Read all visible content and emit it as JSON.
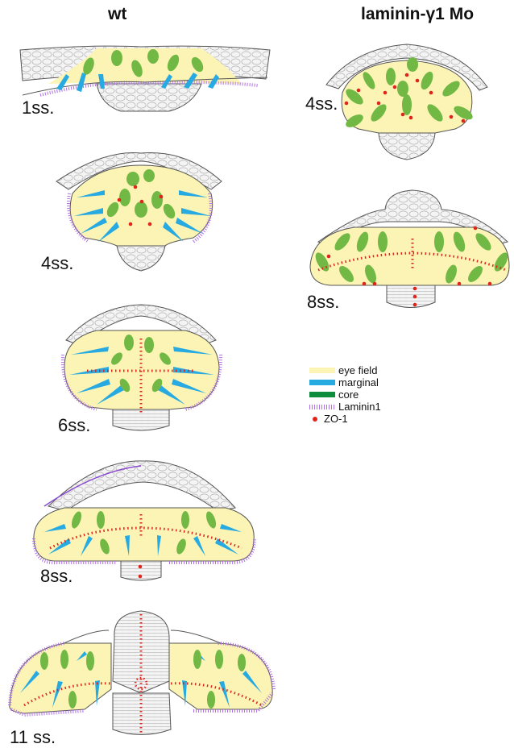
{
  "headers": {
    "left": "wt",
    "right": "laminin-γ1 Mo"
  },
  "stages": {
    "wt_1": "1ss.",
    "wt_4": "4ss.",
    "wt_6": "6ss.",
    "wt_8": "8ss.",
    "wt_11": "11 ss.",
    "mo_4": "4ss.",
    "mo_8": "8ss."
  },
  "legend": [
    {
      "label": "eye field",
      "color": "#fbf4b4"
    },
    {
      "label": "marginal",
      "color": "#27a9e1"
    },
    {
      "label": "core",
      "color": "#0c8e3c"
    },
    {
      "label": "Laminin1",
      "color": "#b070e6"
    },
    {
      "label": "ZO-1",
      "color": "#e0241c"
    }
  ],
  "colors": {
    "eye_field": "#fbf4b4",
    "marginal": "#27a9e1",
    "core_cell": "#72b844",
    "laminin": "#b070e6",
    "zo1": "#e0241c",
    "outline": "#555555",
    "cell_fill": "#f4f4f4",
    "cell_stroke": "#a8a8a8"
  }
}
